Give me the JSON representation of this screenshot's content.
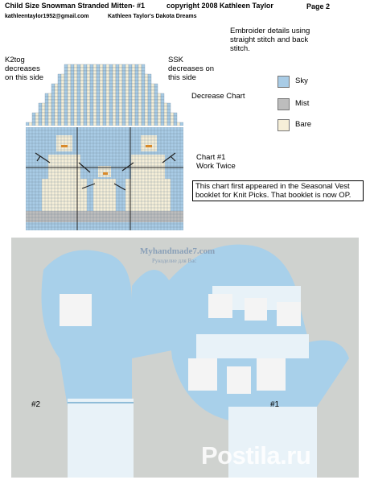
{
  "header": {
    "title": "Child Size Snowman Stranded Mitten- #1",
    "copyright": "copyright 2008 Kathleen Taylor",
    "page": "Page 2",
    "email": "kathleentaylor1952@gmail.com",
    "blog": "Kathleen Taylor's Dakota Dreams"
  },
  "labels": {
    "k2tog": "K2tog decreases on this side",
    "ssk": "SSK decreases on this side",
    "decrease_chart": "Decrease Chart",
    "chart1_line1": "Chart #1",
    "chart1_line2": "Work Twice",
    "embroider": "Embroider details using straight stitch and back stitch."
  },
  "note": "This chart first appeared in the Seasonal Vest booklet for Knit Picks. That booklet is now OP.",
  "key": [
    {
      "label": "Sky",
      "color": "#a9cce6"
    },
    {
      "label": "Mist",
      "color": "#bdbdbd"
    },
    {
      "label": "Bare",
      "color": "#f6efd8"
    }
  ],
  "photo": {
    "watermark": "Myhandmade7.com",
    "watermark_sub": "Рукоделие для Вас",
    "left_tag": "#2",
    "right_tag": "#1"
  },
  "site": "Postila.ru",
  "colors": {
    "sky": "#a9cce6",
    "mist": "#bdbdbd",
    "bare": "#f6efd8",
    "grid": "#6f8596"
  }
}
